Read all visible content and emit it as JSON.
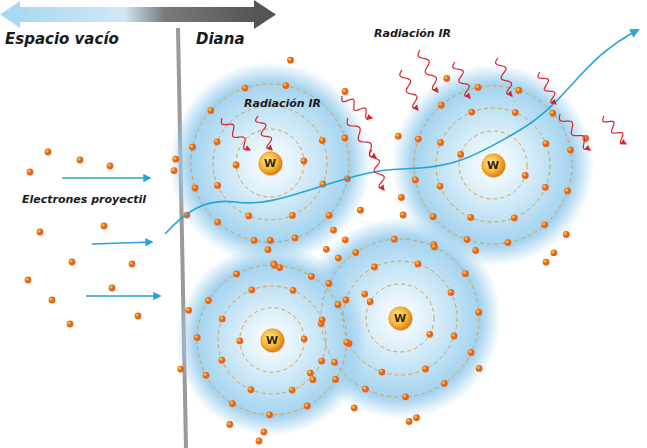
{
  "diagram": {
    "nodes": [
      {
        "text": [
          "W"
        ]
      },
      {
        "text": [
          "W"
        ]
      },
      {
        "text": [
          "W"
        ]
      },
      {
        "text": [
          "W"
        ]
      }
    ],
    "labels": [
      "Espacio vacío",
      "Diana",
      "Radiación IR",
      "Radiación IR",
      "Electrones proyectil"
    ]
  }
}
